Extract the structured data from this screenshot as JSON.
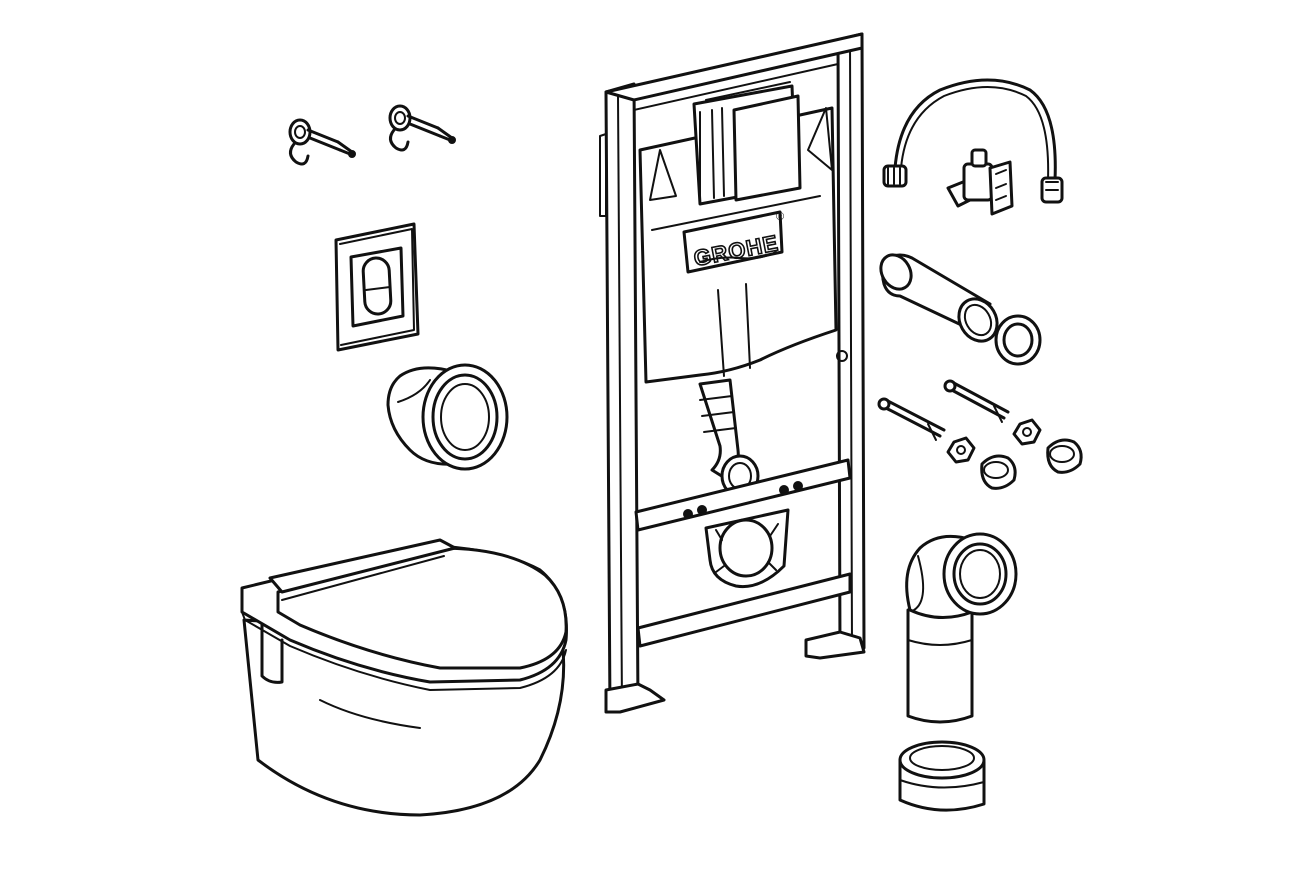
{
  "diagram": {
    "brand_label": "GROHE",
    "registered_mark": "®",
    "colors": {
      "line": "#111111",
      "fill": "#ffffff"
    },
    "components": [
      {
        "id": "wall-hooks",
        "icon": "wall-hook-icon"
      },
      {
        "id": "flush-plate",
        "icon": "flush-plate-icon"
      },
      {
        "id": "connector-sleeve",
        "icon": "sleeve-icon"
      },
      {
        "id": "wall-hung-toilet",
        "icon": "toilet-icon"
      },
      {
        "id": "installation-frame",
        "icon": "frame-icon"
      },
      {
        "id": "flexible-hose",
        "icon": "hose-icon"
      },
      {
        "id": "angle-valve",
        "icon": "valve-icon"
      },
      {
        "id": "flush-pipe",
        "icon": "pipe-icon"
      },
      {
        "id": "seal-ring",
        "icon": "ring-icon"
      },
      {
        "id": "mounting-studs",
        "icon": "stud-icon"
      },
      {
        "id": "cap-nuts",
        "icon": "nut-icon"
      },
      {
        "id": "drain-bend",
        "icon": "elbow-icon"
      },
      {
        "id": "reducer-sleeve",
        "icon": "reducer-icon"
      }
    ]
  }
}
